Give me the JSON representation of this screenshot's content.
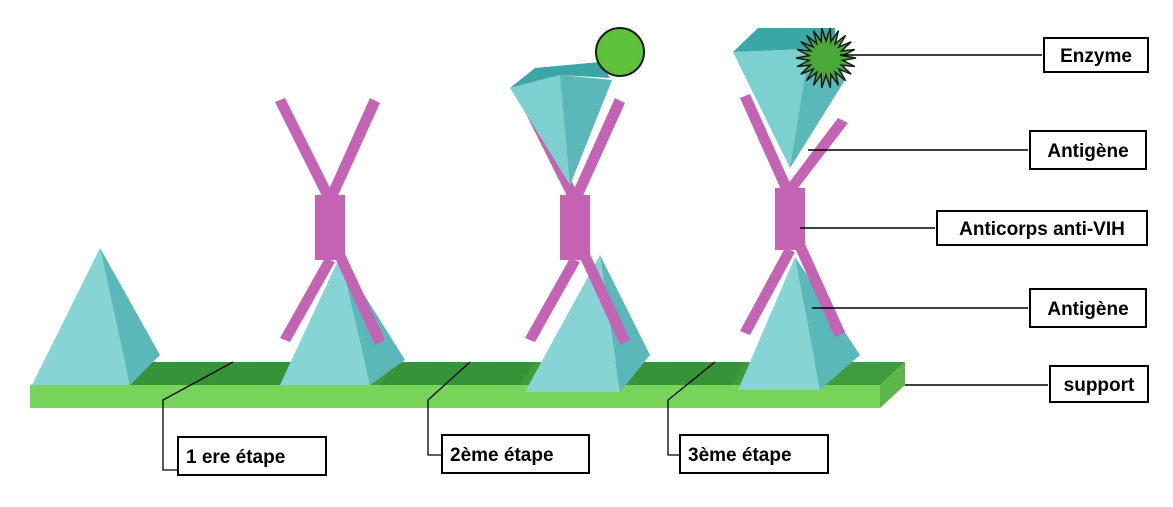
{
  "labels": {
    "enzyme": "Enzyme",
    "antigen_top": "Antigène",
    "antibody": "Anticorps anti-VIH",
    "antigen_bottom": "Antigène",
    "support": "support"
  },
  "steps": [
    {
      "label": "1 ere étape"
    },
    {
      "label": "2ème étape"
    },
    {
      "label": "3ème étape"
    }
  ],
  "colors": {
    "antigen": "#6cc6c6",
    "antigen_dark": "#3aa6a6",
    "antibody": "#c65fb4",
    "support_top": "#4aa746",
    "support_front": "#7bd65f",
    "enzyme": "#5cbf3a"
  }
}
